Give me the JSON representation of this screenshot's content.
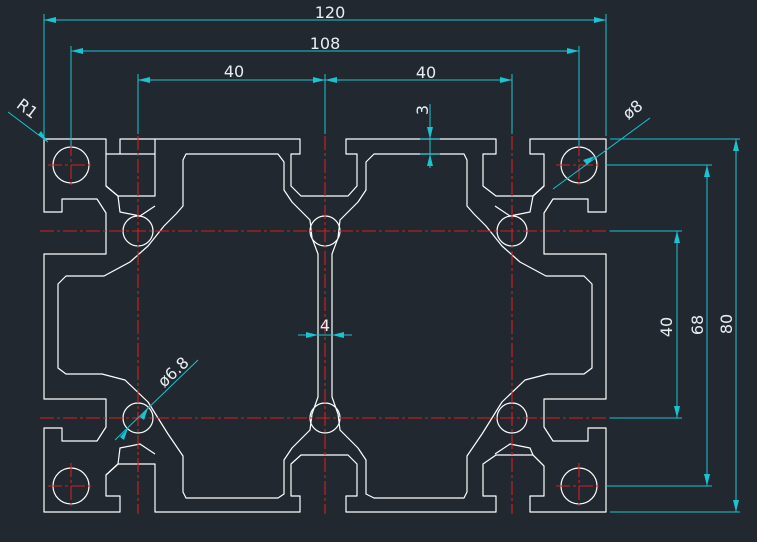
{
  "dimensions": {
    "overall_width": "120",
    "slot_pitch_width": "108",
    "half_pitch_left": "40",
    "half_pitch_right": "40",
    "slot_depth": "3",
    "hole_diameter": "ø8",
    "corner_radius": "R1",
    "web_thickness": "4",
    "center_hole_diameter": "ø6.8",
    "inner_pitch_height": "40",
    "slot_pitch_height": "68",
    "overall_height": "80"
  },
  "colors": {
    "background": "#212830",
    "outline": "#ffffff",
    "centerline": "#d42020",
    "dimension": "#19c3d0"
  }
}
